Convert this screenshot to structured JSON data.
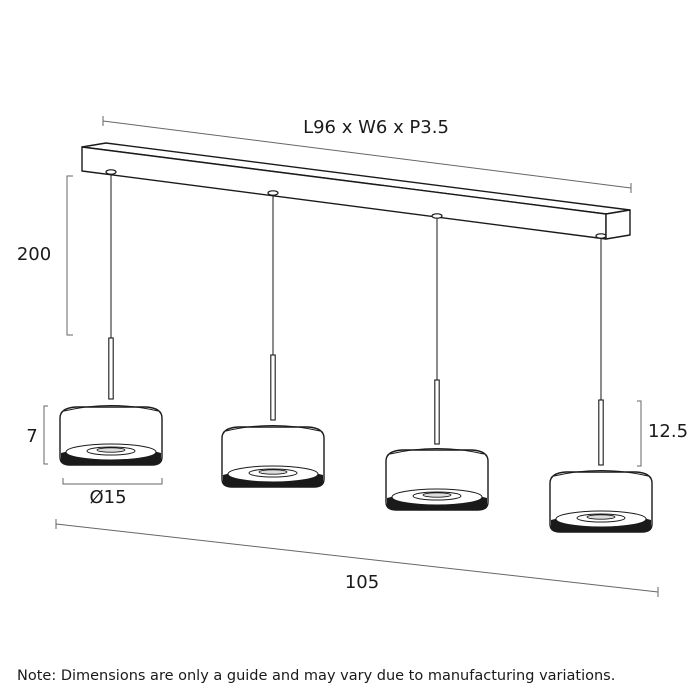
{
  "dimensions": {
    "canopy": "L96 x W6 x P3.5",
    "drop_height": "200",
    "shade_height": "7",
    "shade_diameter": "Ø15",
    "total_height": "12.5",
    "total_length": "105"
  },
  "note": "Note: Dimensions are only a guide and may vary due to manufacturing variations.",
  "pendant_count": 4,
  "colors": {
    "line": "#1a1a1a",
    "dim_line": "#666666"
  }
}
